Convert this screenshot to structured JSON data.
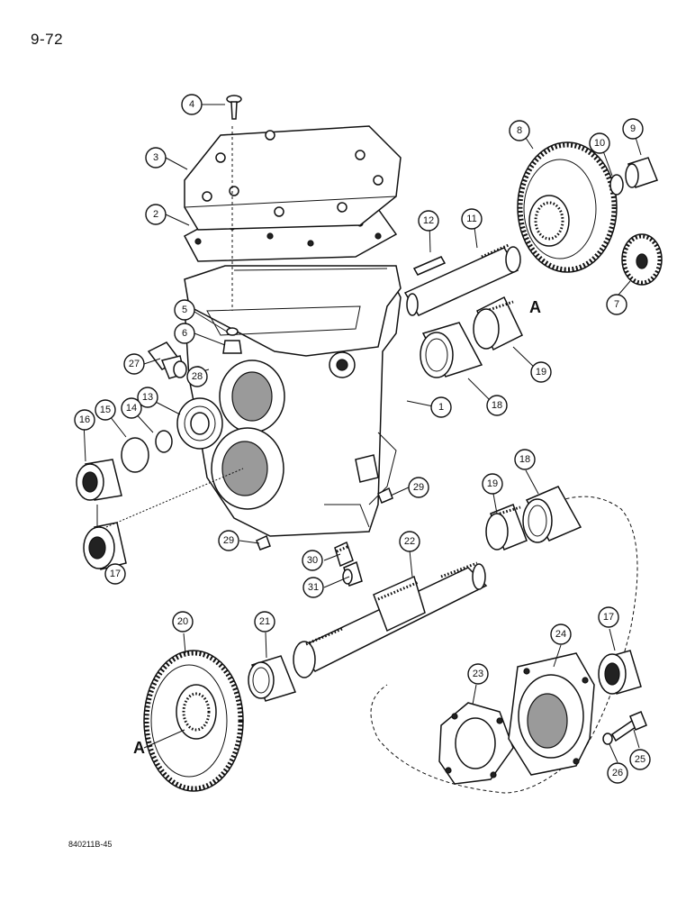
{
  "page_number": "9-72",
  "reference_code": "840211B-45",
  "marker_label": "A",
  "callouts": [
    "1",
    "2",
    "3",
    "4",
    "5",
    "6",
    "7",
    "8",
    "9",
    "10",
    "11",
    "12",
    "13",
    "14",
    "15",
    "16",
    "17",
    "18",
    "19",
    "20",
    "21",
    "22",
    "23",
    "24",
    "25",
    "26",
    "27",
    "28",
    "29",
    "30",
    "31"
  ]
}
